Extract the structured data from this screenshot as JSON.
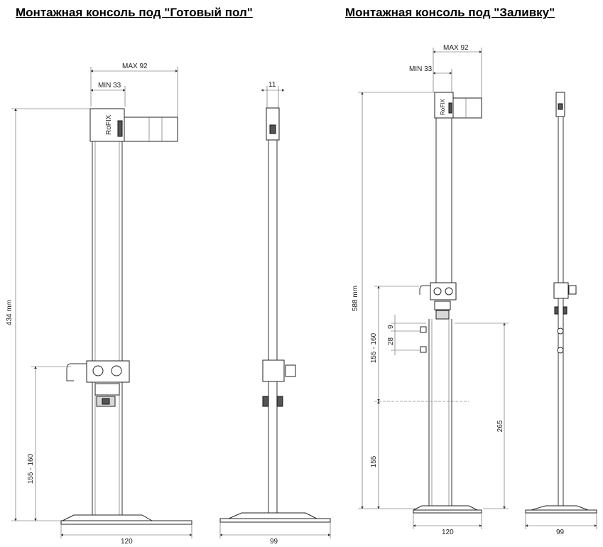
{
  "titles": {
    "left": "Монтажная консоль под \"Готовый пол\"",
    "right": "Монтажная консоль под \"Заливку\""
  },
  "left_front": {
    "max_label": "MAX 92",
    "min_label": "MIN 33",
    "height_label": "434 mm",
    "adjust_label": "155 - 160",
    "base_label": "120",
    "brand_label": "RoFIX"
  },
  "left_side": {
    "top_label": "11",
    "base_label": "99"
  },
  "right_front": {
    "max_label": "MAX 92",
    "min_label": "MIN 33",
    "height_label": "588 mm",
    "adjust_label": "155 - 160",
    "gap_label_1": "9",
    "gap_label_2": "28",
    "lower_label": "155",
    "right_label": "265",
    "base_label": "120",
    "brand_label": "RoFIX"
  },
  "right_side": {
    "base_label": "99"
  }
}
